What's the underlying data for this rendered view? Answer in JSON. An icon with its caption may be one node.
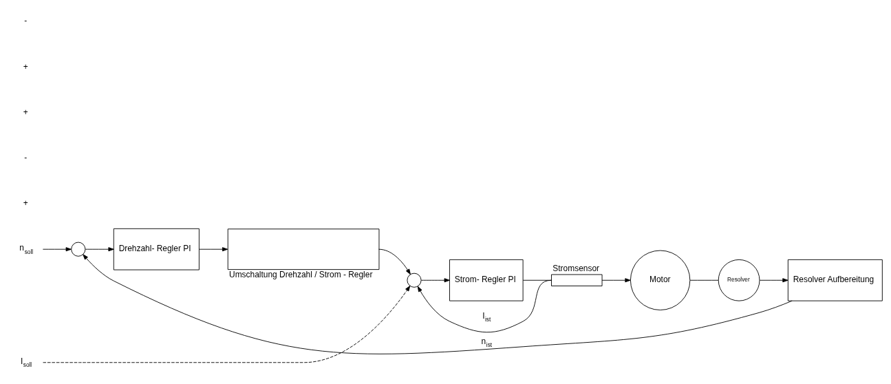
{
  "diagram": {
    "nodes": [
      {
        "text": [
          "n$_{soll}$"
        ]
      },
      {
        "text": [],
        "shape": "circle"
      },
      {
        "text": [
          "Drehzahl- Regler PI"
        ]
      },
      {
        "text": [],
        "shape": "box",
        "beside": [
          "Umschaltung Drehzahl / Strom - Regler"
        ]
      },
      {
        "text": [],
        "shape": "circle"
      },
      {
        "text": [
          "Strom- Regler PI"
        ]
      },
      {
        "text": [],
        "shape": "box",
        "beside": [
          "Stromsensor"
        ]
      },
      {
        "text": [
          "Motor"
        ]
      },
      {
        "text": [
          "Resolver"
        ]
      },
      {
        "text": [
          "Resolver Aufbereitung"
        ]
      },
      {
        "text": [
          "I$_{soll}$"
        ]
      }
    ],
    "edges": [
      {
        "from": 0,
        "to": 1,
        "arrow": "to"
      },
      {
        "from": 1,
        "to": 2,
        "arrow": "to"
      },
      {
        "from": 2,
        "to": 3,
        "arrow": "to"
      },
      {
        "from": 3,
        "to": 4,
        "arrow": "to"
      },
      {
        "from": 10,
        "to": 4,
        "arrow": "to",
        "style": "dashed"
      },
      {
        "from": 4,
        "to": 5,
        "arrow": "to"
      },
      {
        "from": 5,
        "to": 6,
        "arrow": "none"
      },
      {
        "from": 6,
        "to": 7,
        "arrow": "to"
      },
      {
        "from": 7,
        "to": 8,
        "arrow": "none"
      },
      {
        "from": 6,
        "to": 4,
        "arrow": "to",
        "label": "I$_{ist}$"
      },
      {
        "from": 8,
        "to": 9,
        "arrow": "to"
      },
      {
        "from": 9,
        "to": 1,
        "arrow": "to",
        "label": "n$_{ist}$"
      }
    ],
    "labels": [
      "+",
      "-",
      "+",
      "+",
      "-"
    ]
  }
}
